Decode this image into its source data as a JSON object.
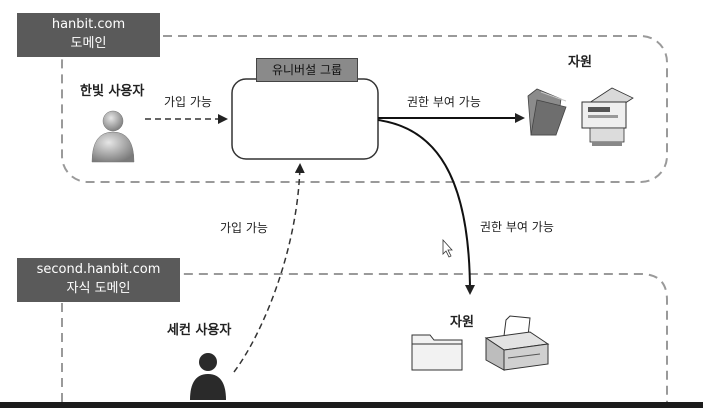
{
  "domains": {
    "parent": {
      "line1": "hanbit.com",
      "line2": "도메인"
    },
    "child": {
      "line1": "second.hanbit.com",
      "line2": "자식 도메인"
    }
  },
  "group": {
    "title": "유니버설 그룹"
  },
  "users": {
    "hanbit": "한빛 사용자",
    "second": "세컨 사용자"
  },
  "edges": {
    "join_top": "가입 가능",
    "join_bottom": "가입 가능",
    "grant_top": "권한 부여 가능",
    "grant_bottom": "권한 부여 가능"
  },
  "resources": {
    "top_label": "자원",
    "bottom_label": "자원"
  },
  "icons": [
    "user-icon",
    "folder-icon",
    "printer-icon",
    "mouse-cursor-icon"
  ]
}
